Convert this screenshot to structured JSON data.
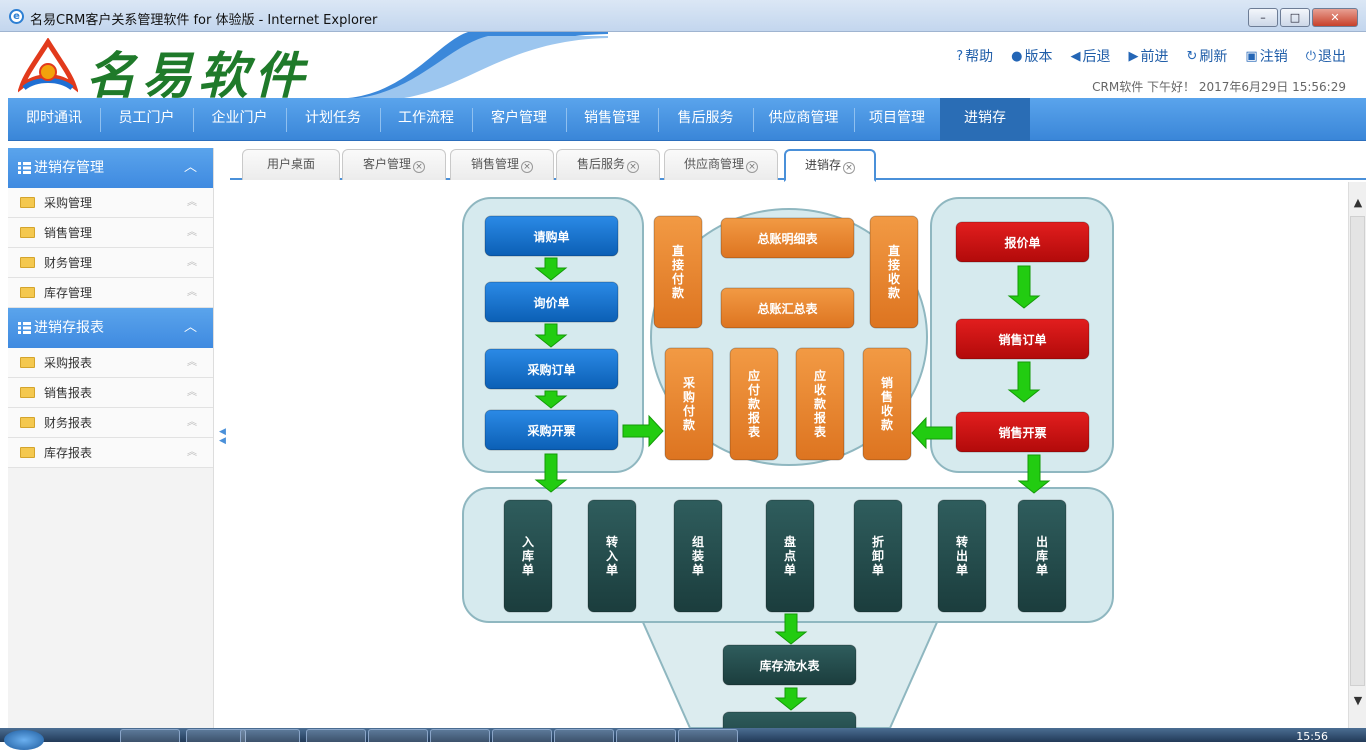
{
  "window": {
    "title": "名易CRM客户关系管理软件 for 体验版 - Internet Explorer",
    "ie_icon": "ie-icon"
  },
  "header": {
    "brand": "名易软件",
    "links": [
      {
        "icon": "help-icon",
        "label": "帮助"
      },
      {
        "icon": "info-icon",
        "label": "版本"
      },
      {
        "icon": "back-icon",
        "label": "后退"
      },
      {
        "icon": "forward-icon",
        "label": "前进"
      },
      {
        "icon": "refresh-icon",
        "label": "刷新"
      },
      {
        "icon": "lock-icon",
        "label": "注销"
      },
      {
        "icon": "power-icon",
        "label": "退出"
      }
    ],
    "greeting": "CRM软件 下午好！ 2017年6月29日 15:56:29"
  },
  "nav": [
    "即时通讯",
    "员工门户",
    "企业门户",
    "计划任务",
    "工作流程",
    "客户管理",
    "销售管理",
    "售后服务",
    "供应商管理",
    "项目管理",
    "进销存"
  ],
  "nav_active": 10,
  "sidebar": {
    "groups": [
      {
        "title": "进销存管理",
        "items": [
          "采购管理",
          "销售管理",
          "财务管理",
          "库存管理"
        ]
      },
      {
        "title": "进销存报表",
        "items": [
          "采购报表",
          "销售报表",
          "财务报表",
          "库存报表"
        ]
      }
    ]
  },
  "tabs": [
    {
      "label": "用户桌面",
      "closable": false
    },
    {
      "label": "客户管理",
      "closable": true
    },
    {
      "label": "销售管理",
      "closable": true
    },
    {
      "label": "售后服务",
      "closable": true
    },
    {
      "label": "供应商管理",
      "closable": true
    },
    {
      "label": "进销存",
      "closable": true
    }
  ],
  "tab_active": 5,
  "flow": {
    "purchase": [
      "请购单",
      "询价单",
      "采购订单",
      "采购开票"
    ],
    "finance_top": [
      "总账明细表",
      "总账汇总表"
    ],
    "finance_side": [
      "直接付款",
      "直接收款"
    ],
    "finance_vertical": [
      "采购付款",
      "应付款报表",
      "应收款报表",
      "销售收款"
    ],
    "sales": [
      "报价单",
      "销售订单",
      "销售开票"
    ],
    "stock": [
      "入库单",
      "转入单",
      "组装单",
      "盘点单",
      "折卸单",
      "转出单",
      "出库单"
    ],
    "ledger": "库存流水表"
  },
  "colors": {
    "blue_box": "#0e6fc9",
    "orange_box": "#e8842c",
    "red_box": "#c90f0f",
    "dark_box": "#224a4a",
    "panel": "#d6eaee",
    "arrow": "#22cc11",
    "nav": "#4a94e2"
  },
  "taskbar": {
    "clock": "15:56"
  }
}
